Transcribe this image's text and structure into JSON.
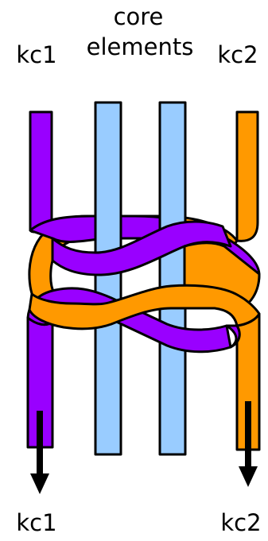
{
  "labels": {
    "top_left": "kc1",
    "top_right": "kc2",
    "top_center_line1": "core",
    "top_center_line2": "elements",
    "bottom_left": "kc1",
    "bottom_right": "kc2"
  },
  "colors": {
    "kc1": "#9900ff",
    "kc2": "#ff9900",
    "core_elements": "#99ccff",
    "outline": "#000000",
    "arrow": "#000000"
  }
}
